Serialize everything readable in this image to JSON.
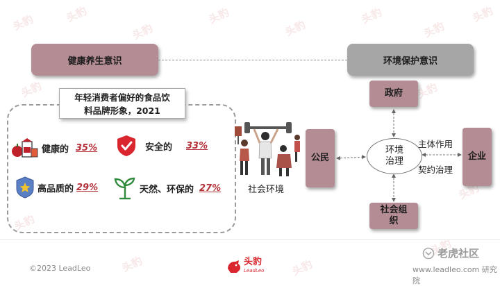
{
  "header_left": "健康养生意识",
  "header_right": "环境保护意识",
  "panel": {
    "title_line1": "年轻消费者偏好的食品饮",
    "title_line2": "料品牌形象，2021",
    "attributes": [
      {
        "label": "健康的",
        "value": "35%",
        "icon": "food-icon"
      },
      {
        "label": "安全的",
        "value": "33%",
        "icon": "shield-check-icon"
      },
      {
        "label": "高品质的",
        "value": "29%",
        "icon": "badge-star-icon"
      },
      {
        "label": "天然、环保的",
        "value": "27%",
        "icon": "sprout-icon"
      }
    ]
  },
  "social_label": "社会环境",
  "nodes": {
    "citizen": "公民",
    "government": "政府",
    "center_line1": "环境",
    "center_line2": "治理",
    "enterprise": "企业",
    "social_org_line1": "社会组",
    "social_org_line2": "织"
  },
  "edge_labels": {
    "main_role": "主体作用",
    "contract_gov": "契约治理"
  },
  "footer": {
    "copyright": "©2023 LeadLeo",
    "logo_text": "头豹",
    "logo_sub": "LeadLeo",
    "right_text": "www.leadleo.com 研究院",
    "brand_mark": "老虎社区"
  },
  "watermark": "头豹",
  "colors": {
    "accent": "#b48c94",
    "grey": "#a6a6a6",
    "red": "#b5323a"
  }
}
